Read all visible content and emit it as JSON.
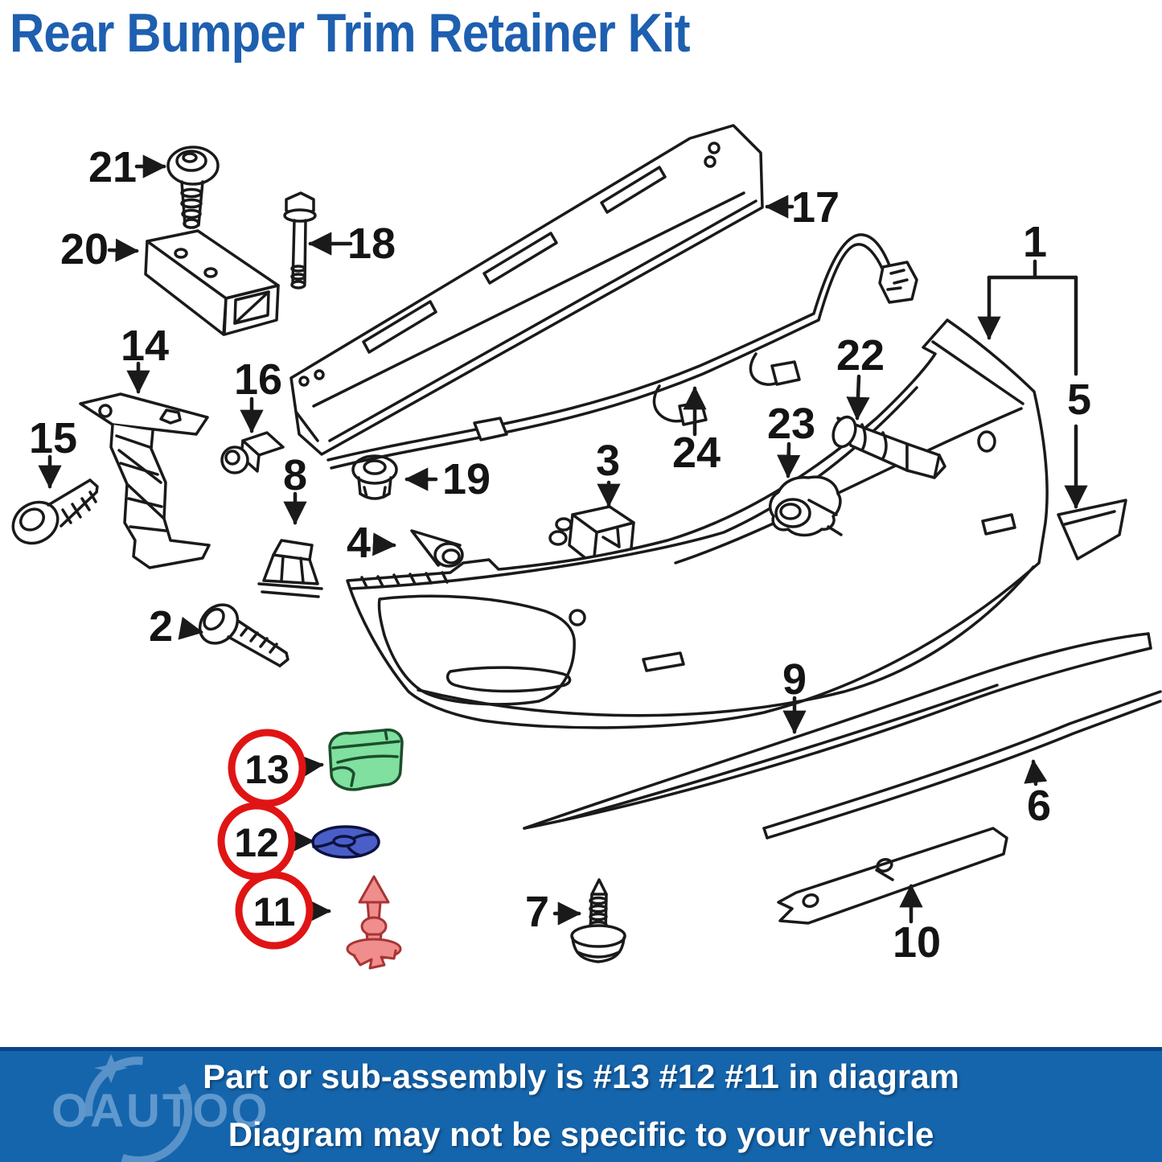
{
  "title": {
    "text": "Rear Bumper Trim Retainer Kit"
  },
  "banner": {
    "line1": "Part or sub-assembly is #13 #12 #11 in diagram",
    "line2": "Diagram may not be specific to your vehicle"
  },
  "watermark": {
    "text": "OAUTOO"
  },
  "colors": {
    "title_blue": "#1e5fb0",
    "banner_blue": "#1565ad",
    "banner_border": "#0c4488",
    "line_art": "#1a1a1a",
    "highlight_circle_red": "#e01414",
    "part13_green": "#7fe0a0",
    "part12_blue": "#4a5ec8",
    "part11_red": "#f08d8d"
  },
  "diagram": {
    "labels": {
      "n1": "1",
      "n2": "2",
      "n3": "3",
      "n4": "4",
      "n5": "5",
      "n6": "6",
      "n7": "7",
      "n8": "8",
      "n9": "9",
      "n10": "10",
      "n11": "11",
      "n12": "12",
      "n13": "13",
      "n14": "14",
      "n15": "15",
      "n16": "16",
      "n17": "17",
      "n18": "18",
      "n19": "19",
      "n20": "20",
      "n21": "21",
      "n22": "22",
      "n23": "23",
      "n24": "24"
    },
    "highlighted_parts": [
      {
        "number": "13",
        "name": "trim-retainer-clip-green",
        "color": "#7fe0a0"
      },
      {
        "number": "12",
        "name": "retainer-washer-blue",
        "color": "#4a5ec8"
      },
      {
        "number": "11",
        "name": "push-rivet-clip-red",
        "color": "#f08d8d"
      }
    ]
  }
}
